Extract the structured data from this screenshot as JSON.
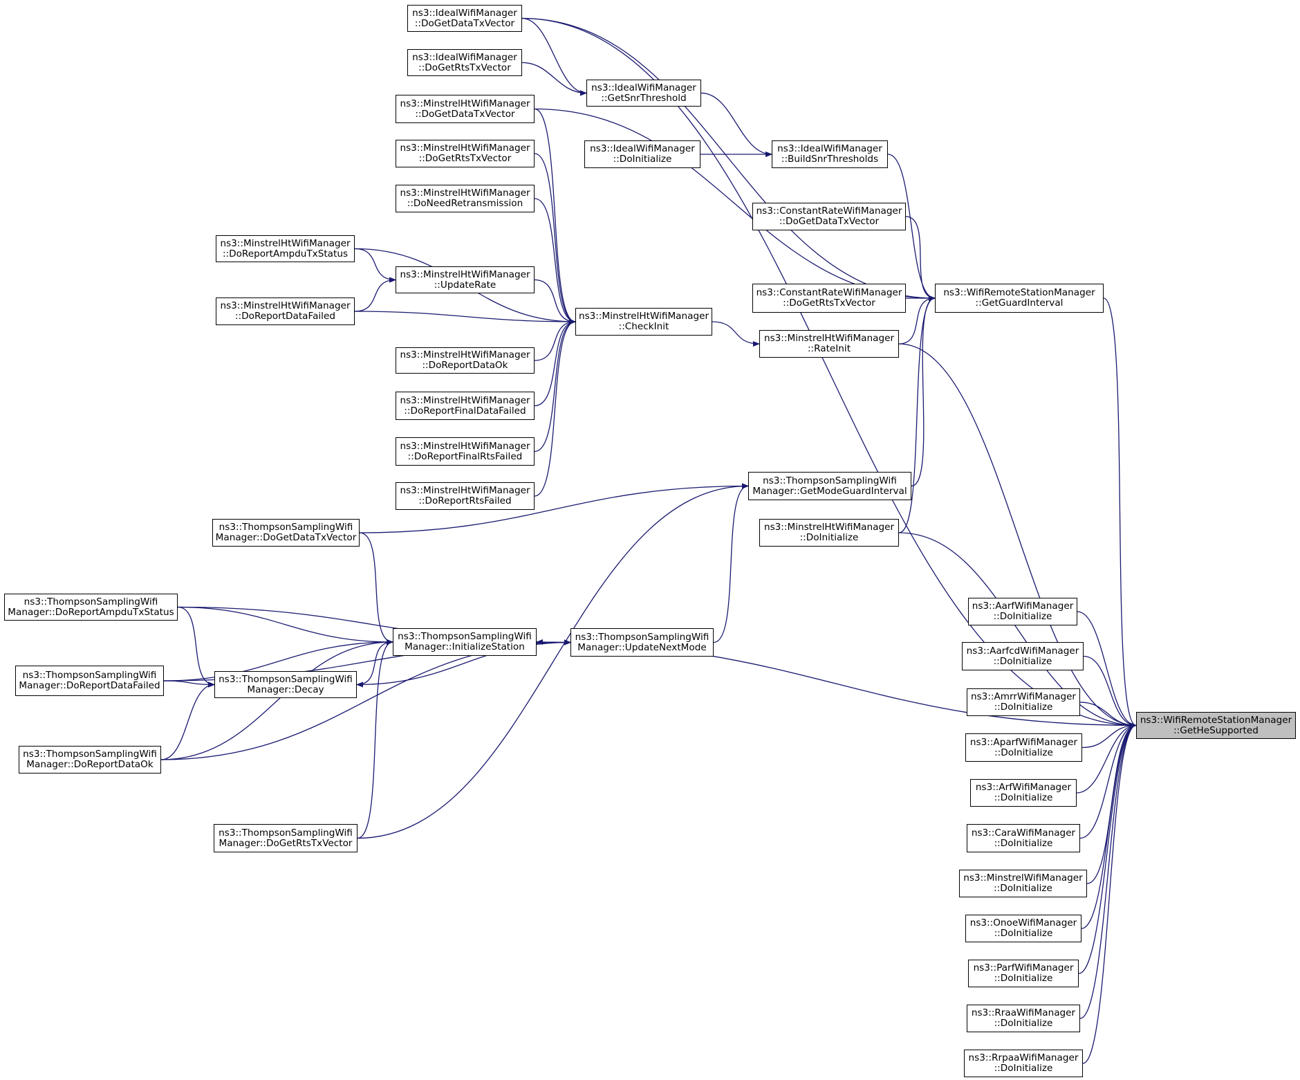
{
  "graph": {
    "edge_color": "#191970",
    "focus_fill": "#bfbfbf",
    "nodes": [
      {
        "id": "get_he_supported",
        "line1": "ns3::WifiRemoteStationManager",
        "line2": "::GetHeSupported",
        "focus": true
      },
      {
        "id": "get_guard_interval",
        "line1": "ns3::WifiRemoteStationManager",
        "line2": "::GetGuardInterval"
      },
      {
        "id": "ideal_dogetdatatx",
        "line1": "ns3::IdealWifiManager",
        "line2": "::DoGetDataTxVector"
      },
      {
        "id": "ideal_dogetrtstx",
        "line1": "ns3::IdealWifiManager",
        "line2": "::DoGetRtsTxVector"
      },
      {
        "id": "ideal_getsnrthreshold",
        "line1": "ns3::IdealWifiManager",
        "line2": "::GetSnrThreshold"
      },
      {
        "id": "ideal_doinitialize",
        "line1": "ns3::IdealWifiManager",
        "line2": "::DoInitialize"
      },
      {
        "id": "ideal_buildsnrthresholds",
        "line1": "ns3::IdealWifiManager",
        "line2": "::BuildSnrThresholds"
      },
      {
        "id": "constrate_dogetdatatx",
        "line1": "ns3::ConstantRateWifiManager",
        "line2": "::DoGetDataTxVector"
      },
      {
        "id": "constrate_dogetrtstx",
        "line1": "ns3::ConstantRateWifiManager",
        "line2": "::DoGetRtsTxVector"
      },
      {
        "id": "mht_dogetdatatx",
        "line1": "ns3::MinstrelHtWifiManager",
        "line2": "::DoGetDataTxVector"
      },
      {
        "id": "mht_dogetrtstx",
        "line1": "ns3::MinstrelHtWifiManager",
        "line2": "::DoGetRtsTxVector"
      },
      {
        "id": "mht_doneedretrans",
        "line1": "ns3::MinstrelHtWifiManager",
        "line2": "::DoNeedRetransmission"
      },
      {
        "id": "mht_doreportampdu",
        "line1": "ns3::MinstrelHtWifiManager",
        "line2": "::DoReportAmpduTxStatus"
      },
      {
        "id": "mht_updaterate",
        "line1": "ns3::MinstrelHtWifiManager",
        "line2": "::UpdateRate"
      },
      {
        "id": "mht_doreportdatafailed",
        "line1": "ns3::MinstrelHtWifiManager",
        "line2": "::DoReportDataFailed"
      },
      {
        "id": "mht_checkinit",
        "line1": "ns3::MinstrelHtWifiManager",
        "line2": "::CheckInit"
      },
      {
        "id": "mht_doreportdataok",
        "line1": "ns3::MinstrelHtWifiManager",
        "line2": "::DoReportDataOk"
      },
      {
        "id": "mht_doreportfinaldatafailed",
        "line1": "ns3::MinstrelHtWifiManager",
        "line2": "::DoReportFinalDataFailed"
      },
      {
        "id": "mht_doreportfinalrtsfailed",
        "line1": "ns3::MinstrelHtWifiManager",
        "line2": "::DoReportFinalRtsFailed"
      },
      {
        "id": "mht_doreportrtsfailed",
        "line1": "ns3::MinstrelHtWifiManager",
        "line2": "::DoReportRtsFailed"
      },
      {
        "id": "mht_rateinit",
        "line1": "ns3::MinstrelHtWifiManager",
        "line2": "::RateInit"
      },
      {
        "id": "mht_doinitialize",
        "line1": "ns3::MinstrelHtWifiManager",
        "line2": "::DoInitialize"
      },
      {
        "id": "ts_getmodeguardinterval",
        "line1": "ns3::ThompsonSamplingWifi",
        "line2": "Manager::GetModeGuardInterval"
      },
      {
        "id": "ts_dogetdatatx",
        "line1": "ns3::ThompsonSamplingWifi",
        "line2": "Manager::DoGetDataTxVector"
      },
      {
        "id": "ts_doreportampdu",
        "line1": "ns3::ThompsonSamplingWifi",
        "line2": "Manager::DoReportAmpduTxStatus"
      },
      {
        "id": "ts_initializestation",
        "line1": "ns3::ThompsonSamplingWifi",
        "line2": "Manager::InitializeStation"
      },
      {
        "id": "ts_updatenextmode",
        "line1": "ns3::ThompsonSamplingWifi",
        "line2": "Manager::UpdateNextMode"
      },
      {
        "id": "ts_doreportdatafailed",
        "line1": "ns3::ThompsonSamplingWifi",
        "line2": "Manager::DoReportDataFailed"
      },
      {
        "id": "ts_decay",
        "line1": "ns3::ThompsonSamplingWifi",
        "line2": "Manager::Decay"
      },
      {
        "id": "ts_doreportdataok",
        "line1": "ns3::ThompsonSamplingWifi",
        "line2": "Manager::DoReportDataOk"
      },
      {
        "id": "ts_dogetrtstx",
        "line1": "ns3::ThompsonSamplingWifi",
        "line2": "Manager::DoGetRtsTxVector"
      },
      {
        "id": "aarf_doinitialize",
        "line1": "ns3::AarfWifiManager",
        "line2": "::DoInitialize"
      },
      {
        "id": "aarfcd_doinitialize",
        "line1": "ns3::AarfcdWifiManager",
        "line2": "::DoInitialize"
      },
      {
        "id": "amrr_doinitialize",
        "line1": "ns3::AmrrWifiManager",
        "line2": "::DoInitialize"
      },
      {
        "id": "aparf_doinitialize",
        "line1": "ns3::AparfWifiManager",
        "line2": "::DoInitialize"
      },
      {
        "id": "arf_doinitialize",
        "line1": "ns3::ArfWifiManager",
        "line2": "::DoInitialize"
      },
      {
        "id": "cara_doinitialize",
        "line1": "ns3::CaraWifiManager",
        "line2": "::DoInitialize"
      },
      {
        "id": "minstrel_doinitialize",
        "line1": "ns3::MinstrelWifiManager",
        "line2": "::DoInitialize"
      },
      {
        "id": "onoe_doinitialize",
        "line1": "ns3::OnoeWifiManager",
        "line2": "::DoInitialize"
      },
      {
        "id": "parf_doinitialize",
        "line1": "ns3::ParfWifiManager",
        "line2": "::DoInitialize"
      },
      {
        "id": "rraa_doinitialize",
        "line1": "ns3::RraaWifiManager",
        "line2": "::DoInitialize"
      },
      {
        "id": "rrpaa_doinitialize",
        "line1": "ns3::RrpaaWifiManager",
        "line2": "::DoInitialize"
      }
    ],
    "edges": [
      {
        "from": "get_guard_interval",
        "to": "get_he_supported"
      },
      {
        "from": "ideal_dogetdatatx",
        "to": "get_guard_interval"
      },
      {
        "from": "ideal_dogetdatatx",
        "to": "get_he_supported"
      },
      {
        "from": "ideal_dogetdatatx",
        "to": "ideal_getsnrthreshold"
      },
      {
        "from": "ideal_dogetrtstx",
        "to": "ideal_getsnrthreshold"
      },
      {
        "from": "ideal_getsnrthreshold",
        "to": "ideal_buildsnrthresholds"
      },
      {
        "from": "ideal_doinitialize",
        "to": "ideal_buildsnrthresholds"
      },
      {
        "from": "ideal_buildsnrthresholds",
        "to": "get_guard_interval"
      },
      {
        "from": "constrate_dogetdatatx",
        "to": "get_guard_interval"
      },
      {
        "from": "constrate_dogetrtstx",
        "to": "get_guard_interval"
      },
      {
        "from": "mht_dogetdatatx",
        "to": "get_guard_interval"
      },
      {
        "from": "mht_dogetdatatx",
        "to": "mht_checkinit"
      },
      {
        "from": "mht_dogetrtstx",
        "to": "mht_checkinit"
      },
      {
        "from": "mht_doneedretrans",
        "to": "mht_checkinit"
      },
      {
        "from": "mht_doreportampdu",
        "to": "mht_checkinit"
      },
      {
        "from": "mht_doreportampdu",
        "to": "mht_updaterate"
      },
      {
        "from": "mht_doreportdatafailed",
        "to": "mht_updaterate"
      },
      {
        "from": "mht_doreportdatafailed",
        "to": "mht_checkinit"
      },
      {
        "from": "mht_updaterate",
        "to": "mht_checkinit"
      },
      {
        "from": "mht_doreportdataok",
        "to": "mht_checkinit"
      },
      {
        "from": "mht_doreportfinaldatafailed",
        "to": "mht_checkinit"
      },
      {
        "from": "mht_doreportfinalrtsfailed",
        "to": "mht_checkinit"
      },
      {
        "from": "mht_doreportrtsfailed",
        "to": "mht_checkinit"
      },
      {
        "from": "mht_checkinit",
        "to": "mht_rateinit"
      },
      {
        "from": "mht_rateinit",
        "to": "get_guard_interval"
      },
      {
        "from": "mht_rateinit",
        "to": "get_he_supported"
      },
      {
        "from": "mht_doinitialize",
        "to": "get_guard_interval"
      },
      {
        "from": "mht_doinitialize",
        "to": "get_he_supported"
      },
      {
        "from": "ts_getmodeguardinterval",
        "to": "get_guard_interval"
      },
      {
        "from": "ts_dogetdatatx",
        "to": "ts_getmodeguardinterval"
      },
      {
        "from": "ts_dogetdatatx",
        "to": "ts_initializestation"
      },
      {
        "from": "ts_doreportampdu",
        "to": "ts_initializestation"
      },
      {
        "from": "ts_doreportampdu",
        "to": "ts_updatenextmode"
      },
      {
        "from": "ts_doreportampdu",
        "to": "ts_decay"
      },
      {
        "from": "ts_initializestation",
        "to": "get_he_supported"
      },
      {
        "from": "ts_updatenextmode",
        "to": "ts_initializestation"
      },
      {
        "from": "ts_initializestation",
        "to": "ts_updatenextmode"
      },
      {
        "from": "ts_updatenextmode",
        "to": "ts_getmodeguardinterval"
      },
      {
        "from": "ts_updatenextmode",
        "to": "ts_decay"
      },
      {
        "from": "ts_doreportdatafailed",
        "to": "ts_decay"
      },
      {
        "from": "ts_doreportdatafailed",
        "to": "ts_initializestation"
      },
      {
        "from": "ts_doreportdatafailed",
        "to": "ts_updatenextmode"
      },
      {
        "from": "ts_decay",
        "to": "ts_initializestation"
      },
      {
        "from": "ts_doreportdataok",
        "to": "ts_decay"
      },
      {
        "from": "ts_doreportdataok",
        "to": "ts_initializestation"
      },
      {
        "from": "ts_doreportdataok",
        "to": "ts_updatenextmode"
      },
      {
        "from": "ts_dogetrtstx",
        "to": "ts_initializestation"
      },
      {
        "from": "ts_dogetrtstx",
        "to": "ts_getmodeguardinterval"
      },
      {
        "from": "aarf_doinitialize",
        "to": "get_he_supported"
      },
      {
        "from": "aarfcd_doinitialize",
        "to": "get_he_supported"
      },
      {
        "from": "amrr_doinitialize",
        "to": "get_he_supported"
      },
      {
        "from": "aparf_doinitialize",
        "to": "get_he_supported"
      },
      {
        "from": "arf_doinitialize",
        "to": "get_he_supported"
      },
      {
        "from": "cara_doinitialize",
        "to": "get_he_supported"
      },
      {
        "from": "minstrel_doinitialize",
        "to": "get_he_supported"
      },
      {
        "from": "onoe_doinitialize",
        "to": "get_he_supported"
      },
      {
        "from": "parf_doinitialize",
        "to": "get_he_supported"
      },
      {
        "from": "rraa_doinitialize",
        "to": "get_he_supported"
      },
      {
        "from": "rrpaa_doinitialize",
        "to": "get_he_supported"
      }
    ]
  }
}
